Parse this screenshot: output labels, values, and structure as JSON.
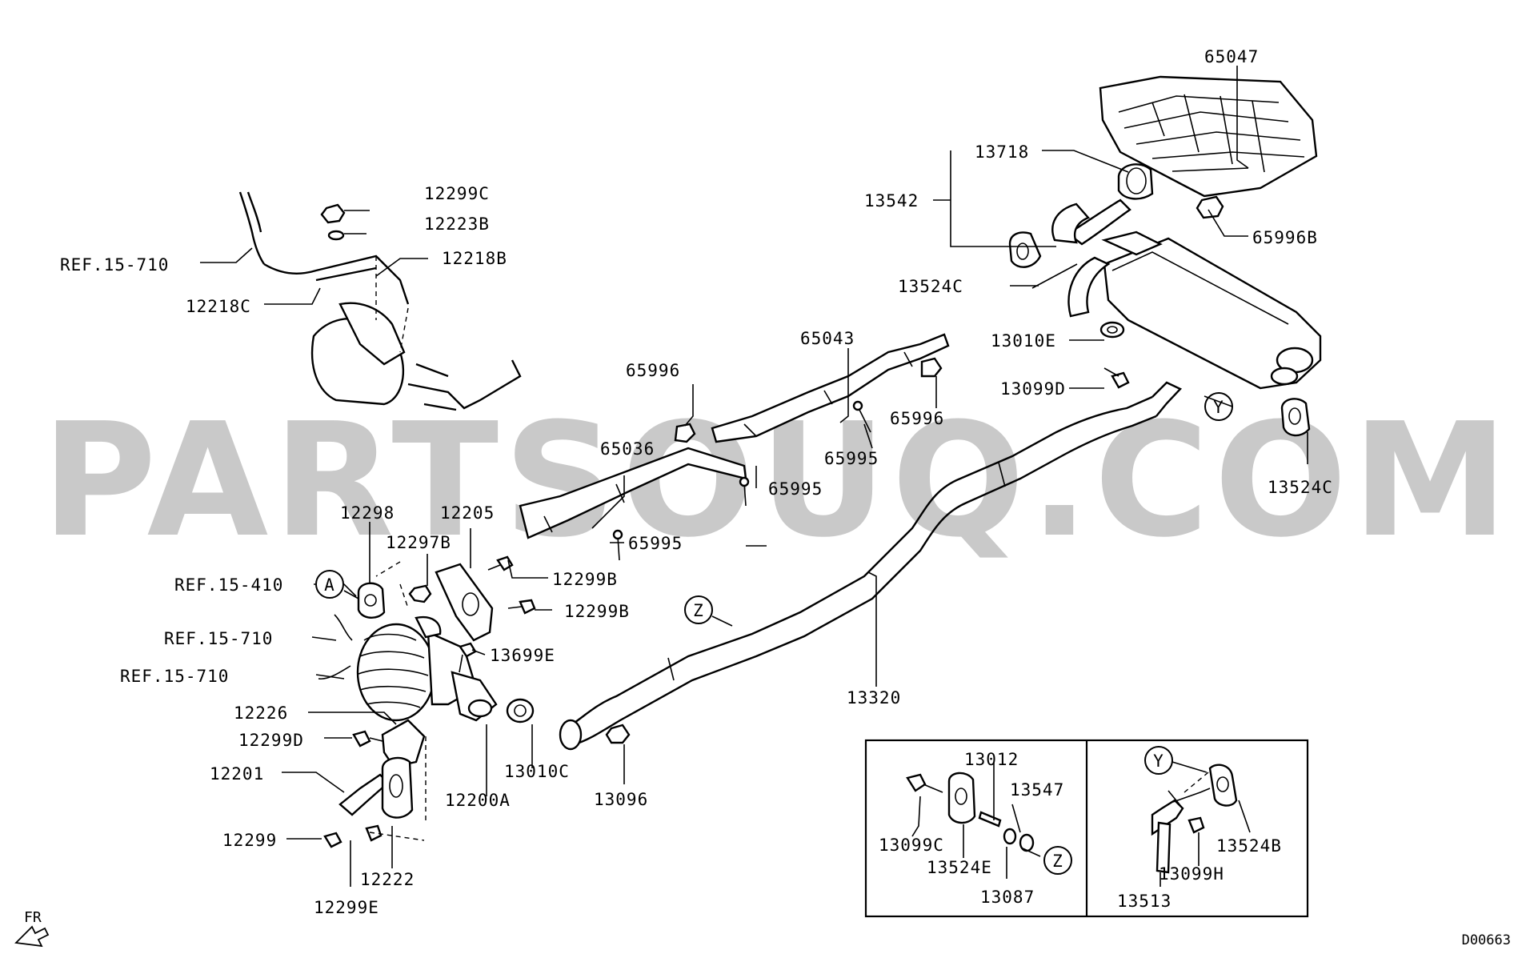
{
  "watermark": "PARTSOUQ.COM",
  "diagram_code": "D00663",
  "front_indicator": "FR",
  "labels": {
    "p65047": "65047",
    "p13718": "13718",
    "p13542": "13542",
    "p65996B": "65996B",
    "p13524C_top": "13524C",
    "p13010E": "13010E",
    "p13099D": "13099D",
    "p13524C_right": "13524C",
    "p65043": "65043",
    "p65996_left": "65996",
    "p65996_right": "65996",
    "p65995_a": "65995",
    "p65995_b": "65995",
    "p65995_c": "65995",
    "p65036": "65036",
    "p12299C": "12299C",
    "p12223B": "12223B",
    "p12218B": "12218B",
    "p12218C": "12218C",
    "ref_15710_top": "REF.15-710",
    "p12298": "12298",
    "p12205": "12205",
    "p12297B": "12297B",
    "p12299B_a": "12299B",
    "p12299B_b": "12299B",
    "ref_15410": "REF.15-410",
    "ref_15710_mid": "REF.15-710",
    "ref_15710_low": "REF.15-710",
    "p13699E": "13699E",
    "p12226": "12226",
    "p12299D": "12299D",
    "p12201": "12201",
    "p12299": "12299",
    "p12222": "12222",
    "p12299E": "12299E",
    "p12200A": "12200A",
    "p13010C": "13010C",
    "p13096": "13096",
    "p13320": "13320",
    "p13012": "13012",
    "p13547": "13547",
    "p13099C": "13099C",
    "p13524E": "13524E",
    "p13087": "13087",
    "p13524B": "13524B",
    "p13099H": "13099H",
    "p13513": "13513"
  },
  "callouts": {
    "A": "A",
    "Z_pipe": "Z",
    "Y_pipe": "Y",
    "Z_inset": "Z",
    "Y_inset": "Y"
  }
}
